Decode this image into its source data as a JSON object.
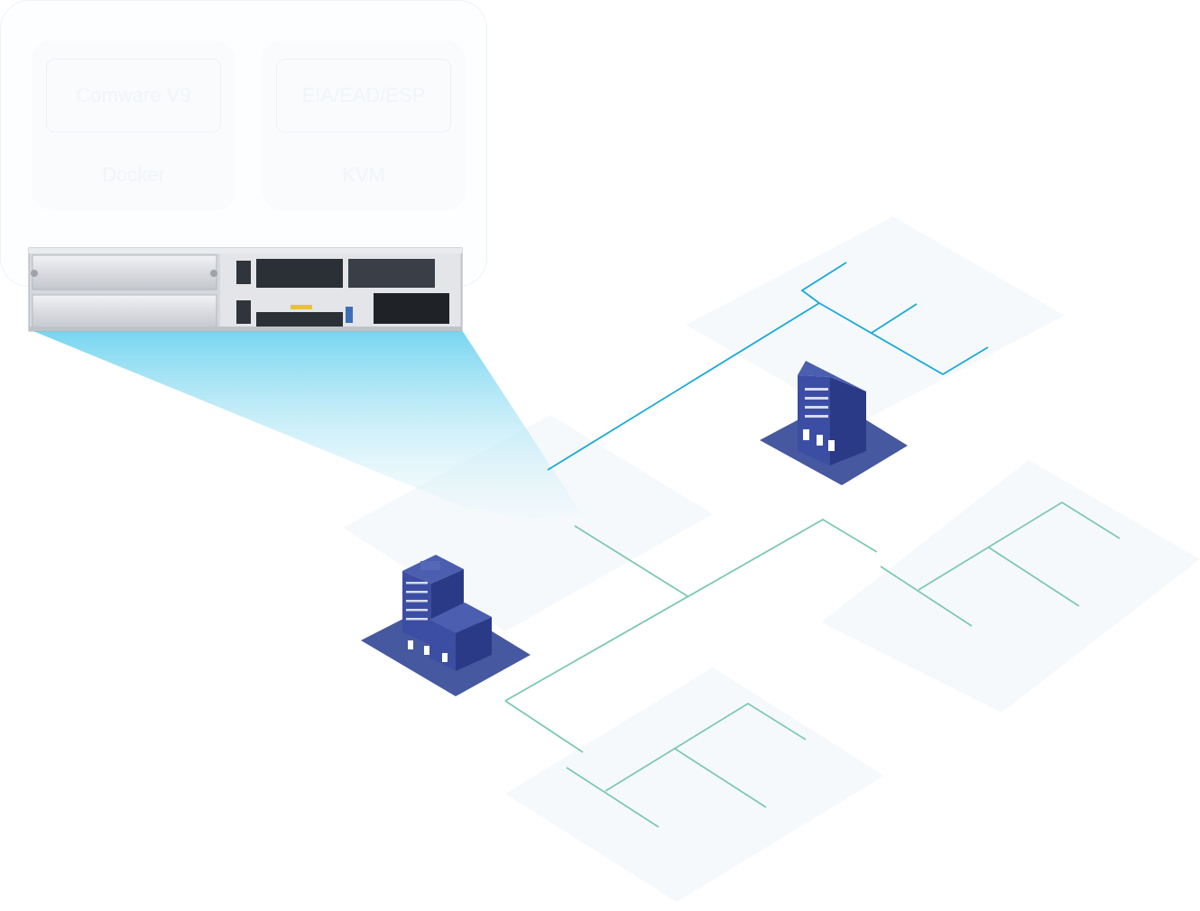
{
  "panel": {
    "boxes": [
      {
        "inner_label": "Comware V9",
        "caption": "Docker"
      },
      {
        "inner_label": "EIA/EAD/ESP",
        "caption": "KVM"
      }
    ]
  },
  "device": {
    "name": "network-appliance"
  },
  "buildings": [
    {
      "name": "headquarters-tower"
    },
    {
      "name": "branch-office"
    }
  ],
  "colors": {
    "cyan_link": "#1aa9d6",
    "green_link": "#7ec9b0",
    "building_dark": "#2e3f8f",
    "building_mid": "#3a4da0",
    "building_ground": "#46589f",
    "beam_top": "#6fd3ef",
    "panel_border": "#eef2f6"
  }
}
